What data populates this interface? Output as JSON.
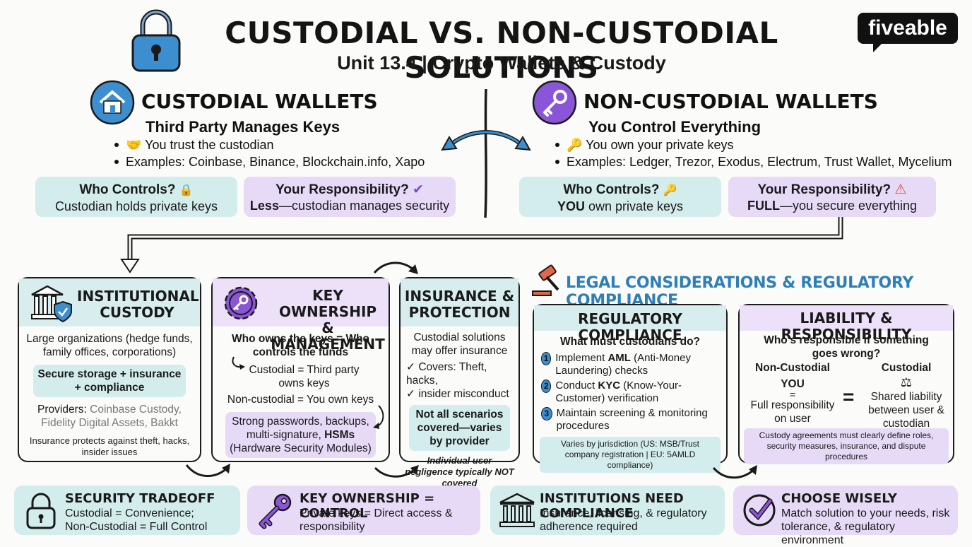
{
  "header": {
    "title": "CUSTODIAL VS. NON-CUSTODIAL SOLUTIONS",
    "subtitle": "Unit 13.4 | Crypto Wallets & Custody",
    "logo": "fiveable"
  },
  "custodial": {
    "title": "CUSTODIAL WALLETS",
    "subtitle": "Third Party Manages Keys",
    "bullets": [
      "You trust the custodian",
      "Examples: Coinbase, Binance, Blockchain.info, Xapo"
    ],
    "who_controls": {
      "heading": "Who Controls?",
      "text": "Custodian holds private keys"
    },
    "responsibility": {
      "heading": "Your Responsibility?",
      "bold": "Less",
      "text": "—custodian manages security"
    }
  },
  "noncustodial": {
    "title": "NON-CUSTODIAL WALLETS",
    "subtitle": "You Control Everything",
    "bullets": [
      "You own your private keys",
      "Examples: Ledger, Trezor, Exodus, Electrum, Trust Wallet, Mycelium"
    ],
    "who_controls": {
      "heading": "Who Controls?",
      "bold": "YOU",
      "text": " own private keys"
    },
    "responsibility": {
      "heading": "Your Responsibility?",
      "bold": "FULL",
      "text": "—you secure everything"
    }
  },
  "institutional": {
    "title_1": "INSTITUTIONAL",
    "title_2": "CUSTODY",
    "desc": "Large organizations (hedge funds, family offices, corporations)",
    "highlight": "Secure storage + insurance + compliance",
    "providers_label": "Providers:",
    "providers": "Coinbase Custody, Fidelity Digital Assets, Bakkt",
    "note": "Insurance protects against theft, hacks, insider issues"
  },
  "key_ownership": {
    "title_1": "KEY OWNERSHIP",
    "title_2": "& MANAGEMENT",
    "lead": "Who owns the keys = Who controls the funds",
    "custodial": "Custodial = Third party owns keys",
    "noncustodial": "Non-custodial = You own keys",
    "practices": "Strong passwords, backups, multi-signature, ",
    "practices_bold": "HSMs",
    "practices_end": " (Hardware Security Modules)"
  },
  "insurance": {
    "title_1": "INSURANCE &",
    "title_2": "PROTECTION",
    "desc": "Custodial solutions may offer insurance",
    "covers_1": "Covers: Theft, hacks,",
    "covers_2": "insider misconduct",
    "highlight": "Not all scenarios covered—varies by provider",
    "note": "Individual user negligence typically NOT covered"
  },
  "legal": {
    "heading": "LEGAL CONSIDERATIONS & REGULATORY COMPLIANCE"
  },
  "regulatory": {
    "title": "REGULATORY COMPLIANCE",
    "question": "What must custodians do?",
    "steps": [
      {
        "num": "1",
        "pre": "Implement ",
        "bold": "AML",
        "post": " (Anti-Money Laundering) checks"
      },
      {
        "num": "2",
        "pre": "Conduct ",
        "bold": "KYC",
        "post": " (Know-Your-Customer) verification"
      },
      {
        "num": "3",
        "pre": "Maintain screening & monitoring procedures",
        "bold": "",
        "post": ""
      }
    ],
    "note": "Varies by jurisdiction (US: MSB/Trust company registration | EU: 5AMLD compliance)"
  },
  "liability": {
    "title": "LIABILITY & RESPONSIBILITY",
    "question": "Who's responsible if something goes wrong?",
    "noncustodial_label": "Non-Custodial",
    "noncustodial_who": "YOU",
    "noncustodial_eq": "=",
    "noncustodial_text": "Full responsibility on user",
    "equals": "=",
    "custodial_label": "Custodial",
    "custodial_text": "Shared liability between user & custodian",
    "note": "Custody agreements must clearly define roles, security measures, insurance, and dispute procedures"
  },
  "takeaways": [
    {
      "title": "SECURITY TRADEOFF",
      "text": "Custodial = Convenience; Non-Custodial = Full Control",
      "icon": "lock-icon"
    },
    {
      "title": "KEY OWNERSHIP = CONTROL",
      "text": "Private keys = Direct access & responsibility",
      "icon": "key-icon"
    },
    {
      "title": "INSTITUTIONS NEED COMPLIANCE",
      "text": "Insurance, licensing, & regulatory adherence required",
      "icon": "bank-icon"
    },
    {
      "title": "CHOOSE WISELY",
      "text": "Match solution to your needs, risk tolerance, & regulatory environment",
      "icon": "check-icon"
    }
  ],
  "colors": {
    "teal": "#d3ecec",
    "lavender": "#e6daf7",
    "blue": "#3c8ecf",
    "purple": "#8a55d6",
    "legal_blue": "#2c7fb8"
  }
}
